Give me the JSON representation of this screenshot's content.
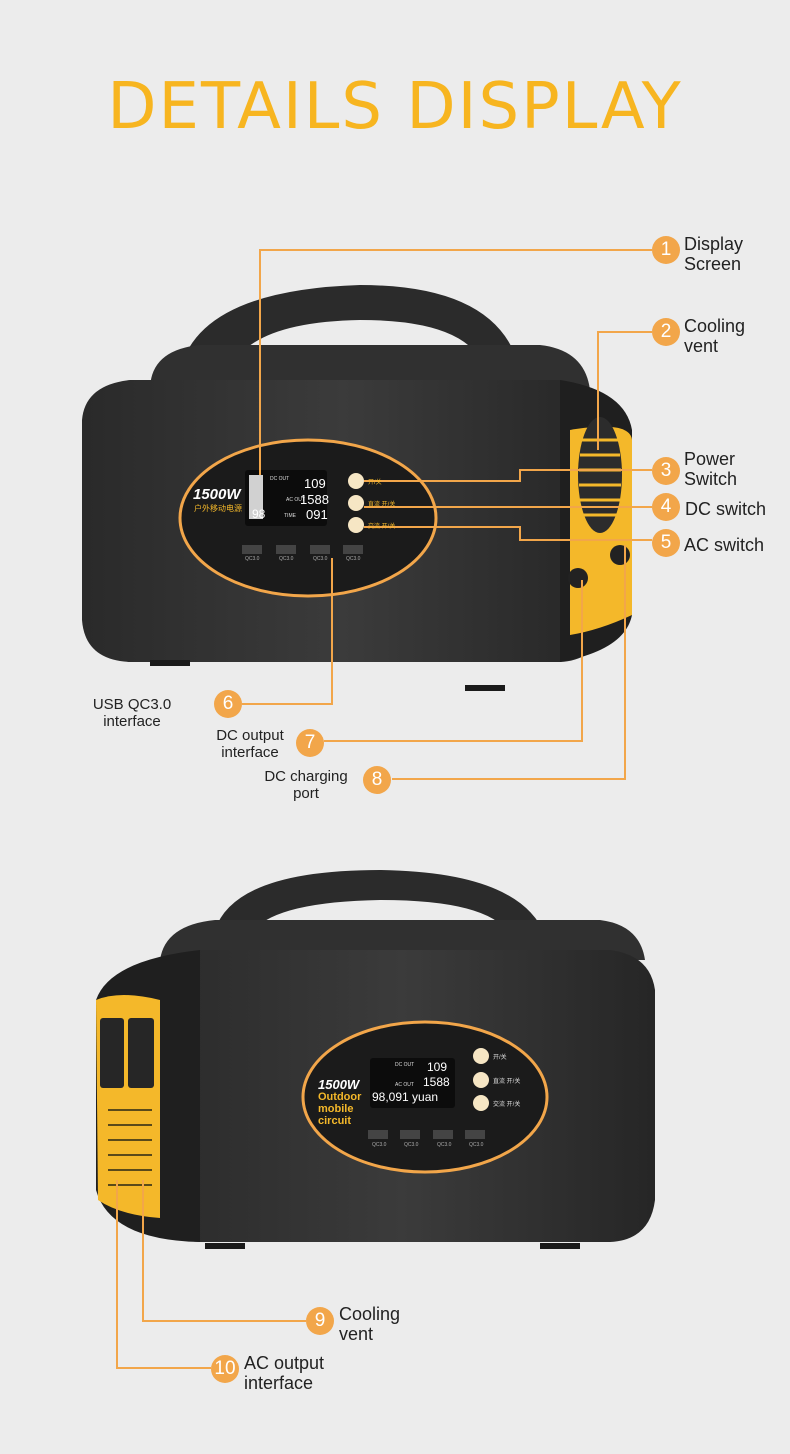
{
  "title": "DETAILS DISPLAY",
  "accent_color": "#f2a64a",
  "product1": {
    "model": "1500W",
    "model_sub": "户外移动电源",
    "screen": {
      "dc_out": "DC OUT",
      "ac_out": "AC OUT",
      "val1": "109",
      "val2": "1588",
      "pct": "98",
      "time_label": "TIME",
      "time_val": "091"
    },
    "buttons": [
      "开/关",
      "直流 开/关",
      "交流 开/关"
    ],
    "ports": [
      "QC3.0",
      "QC3.0",
      "QC3.0",
      "QC3.0"
    ]
  },
  "product2": {
    "model": "1500W",
    "overlay_lines": [
      "Outdoor",
      "mobile",
      "circuit"
    ],
    "screen": {
      "dc_out": "DC OUT",
      "ac_out": "AC OUT",
      "val1": "109",
      "val2": "1588",
      "price": "98,091 yuan"
    },
    "buttons": [
      "开/关",
      "直流 开/关",
      "交流 开/关"
    ],
    "ports": [
      "QC3.0",
      "QC3.0",
      "QC3.0",
      "QC3.0"
    ]
  },
  "callouts": [
    {
      "num": "1",
      "line1": "Display",
      "line2": "Screen"
    },
    {
      "num": "2",
      "line1": "Cooling",
      "line2": "vent"
    },
    {
      "num": "3",
      "line1": "Power",
      "line2": "Switch"
    },
    {
      "num": "4",
      "line1": "DC switch",
      "line2": ""
    },
    {
      "num": "5",
      "line1": "AC switch",
      "line2": ""
    },
    {
      "num": "6",
      "line1": "USB QC3.0",
      "line2": "interface"
    },
    {
      "num": "7",
      "line1": "DC output",
      "line2": "interface"
    },
    {
      "num": "8",
      "line1": "DC charging",
      "line2": "port"
    },
    {
      "num": "9",
      "line1": "Cooling",
      "line2": "vent"
    },
    {
      "num": "10",
      "line1": "AC output",
      "line2": "interface"
    }
  ]
}
